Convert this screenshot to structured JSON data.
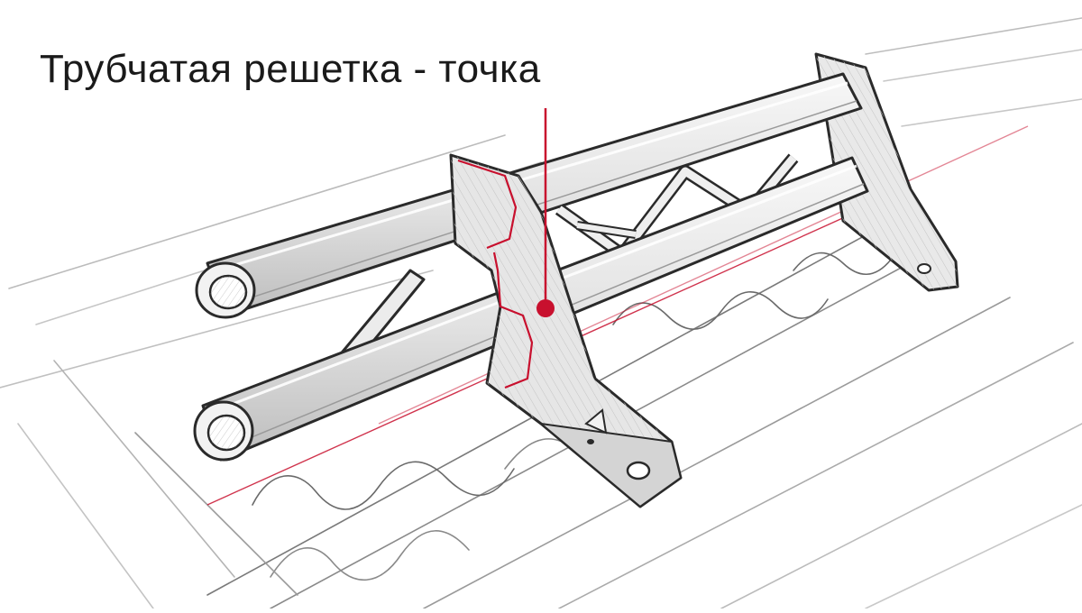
{
  "callout": {
    "label": "Трубчатая решетка - точка"
  },
  "colors": {
    "ink": "#1a1a1a",
    "sketch": "#4a4a4a",
    "accent": "#c8102e",
    "steel": "#eeeeee",
    "plate": "#e4e4e4"
  },
  "illustration": {
    "subject": "tubular snow-guard on corrugated roof sheet",
    "icon": "snow-guard-sketch"
  }
}
